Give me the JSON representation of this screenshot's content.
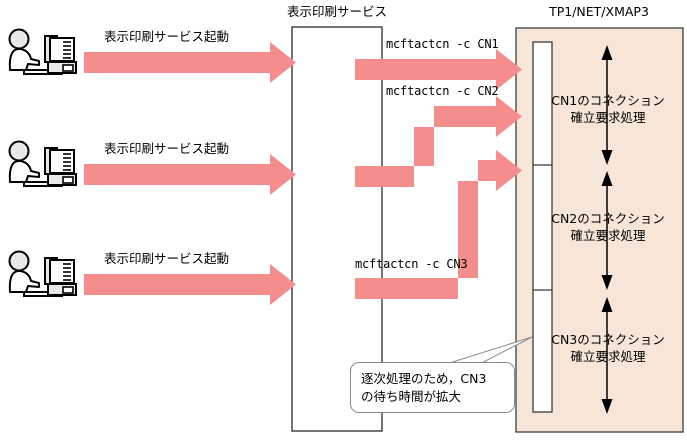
{
  "diagram": {
    "title_left": "表示印刷サービス",
    "title_right": "TP1/NET/XMAP3"
  },
  "colors": {
    "arrow": "#F58D8D",
    "panel_bg": "#F7E6D7",
    "box_border": "#3a3a3a",
    "callout_border": "#8a8a8a",
    "leader_line": "#8a8a8a"
  },
  "clients": [
    {
      "id": "client-1",
      "icon": "user-at-computer-icon",
      "arrow_label": "表示印刷サービス起動"
    },
    {
      "id": "client-2",
      "icon": "user-at-computer-icon",
      "arrow_label": "表示印刷サービス起動"
    },
    {
      "id": "client-3",
      "icon": "user-at-computer-icon",
      "arrow_label": "表示印刷サービス起動"
    }
  ],
  "commands": [
    {
      "id": "cmd-cn1",
      "text": "mcftactcn -c CN1"
    },
    {
      "id": "cmd-cn2",
      "text": "mcftactcn -c CN2"
    },
    {
      "id": "cmd-cn3",
      "text": "mcftactcn -c CN3"
    }
  ],
  "processes": [
    {
      "id": "proc-cn1",
      "line1": "CN1のコネクション",
      "line2": "確立要求処理"
    },
    {
      "id": "proc-cn2",
      "line1": "CN2のコネクション",
      "line2": "確立要求処理"
    },
    {
      "id": "proc-cn3",
      "line1": "CN3のコネクション",
      "line2": "確立要求処理"
    }
  ],
  "callout": {
    "line1": "逐次処理のため，CN3",
    "line2": "の待ち時間が拡大"
  }
}
